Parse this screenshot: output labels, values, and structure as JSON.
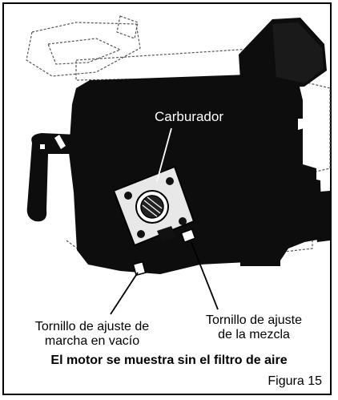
{
  "labels": {
    "carburetor": "Carburador",
    "idle_screw_line1": "Tornillo de ajuste de",
    "idle_screw_line2": "marcha en vacío",
    "mixture_screw_line1": "Tornillo de ajuste",
    "mixture_screw_line2": "de la mezcla"
  },
  "caption": "El motor se muestra sin el filtro de aire",
  "figure_label": "Figura 15",
  "colors": {
    "engine_fill": "#0d0d0d",
    "carburetor_plate": "#e8e8e8",
    "outline": "#000000",
    "dashed_outline": "#555555"
  }
}
